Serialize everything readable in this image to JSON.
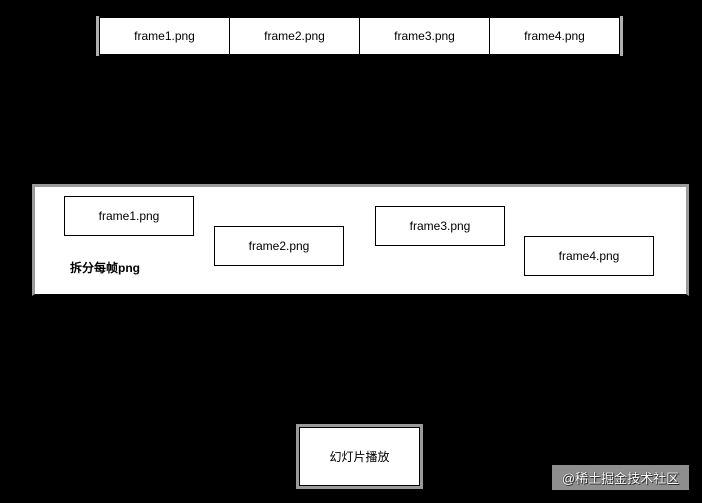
{
  "top_strip": {
    "frames": [
      "frame1.png",
      "frame2.png",
      "frame3.png",
      "frame4.png"
    ]
  },
  "split_container": {
    "label": "拆分每帧png",
    "frames": [
      {
        "label": "frame1.png"
      },
      {
        "label": "frame2.png"
      },
      {
        "label": "frame3.png"
      },
      {
        "label": "frame4.png"
      }
    ]
  },
  "slideshow_box": {
    "label": "幻灯片播放"
  },
  "watermark": {
    "text": "@稀土掘金技术社区"
  },
  "colors": {
    "background": "#000000",
    "box_fill": "#ffffff",
    "border_gray": "#9a9a9a"
  }
}
